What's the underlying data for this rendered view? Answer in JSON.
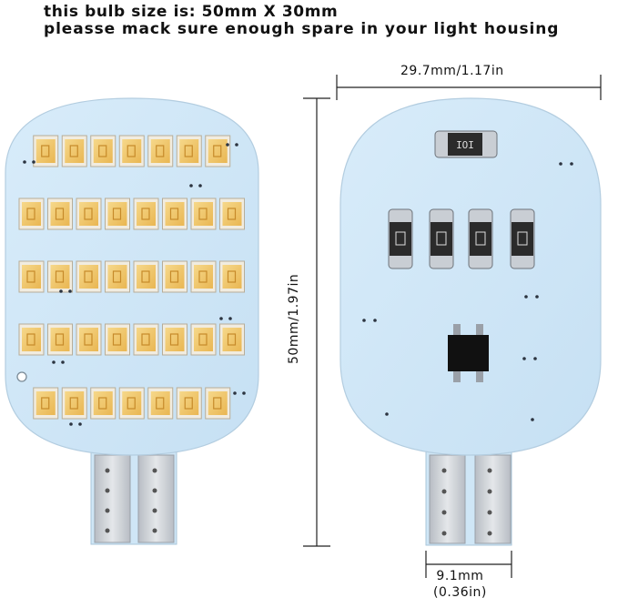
{
  "header": {
    "line1": "this bulb size is: 50mm X 30mm",
    "line2": "pleasse mack sure enough spare in your light housing"
  },
  "dimensions": {
    "width_label": "29.7mm/1.17in",
    "height_label": "50mm/1.97in",
    "base_label_mm": "9.1mm",
    "base_label_in": "(0.36in)"
  },
  "product": {
    "front_view": "led-board-front",
    "back_view": "led-board-back",
    "led_rows": [
      7,
      8,
      8,
      8,
      7
    ],
    "colors": {
      "board": "#cfe6f6",
      "led_frame": "#f1ece0",
      "led_yellow": "#f0c465",
      "metal": "#d0d4da",
      "resistor_black": "#2b2b2b"
    }
  }
}
